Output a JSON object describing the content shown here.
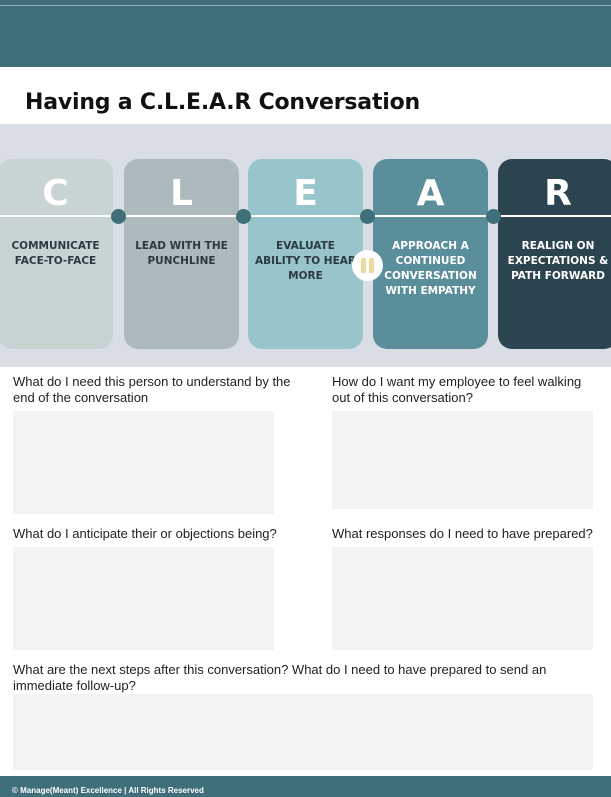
{
  "title": "Having a C.L.E.A.R Conversation",
  "steps": [
    {
      "letter": "C",
      "text": "COMMUNICATE FACE-TO-FACE"
    },
    {
      "letter": "L",
      "text": "LEAD WITH THE PUNCHLINE"
    },
    {
      "letter": "E",
      "text": "EVALUATE ABILITY TO HEAR MORE"
    },
    {
      "letter": "A",
      "text": "APPROACH A CONTINUED CONVERSATION WITH EMPATHY"
    },
    {
      "letter": "R",
      "text": "REALIGN ON EXPECTATIONS & PATH FORWARD"
    }
  ],
  "questions": [
    "What do I need this person to understand by the end of the conversation",
    "How do I want my employee to feel walking out of this conversation?",
    "What do I anticipate their or objections being?",
    "What responses do I need to have prepared?",
    "What are the next steps after this conversation? What do I need to have prepared to send an immediate follow-up?"
  ],
  "footer": "©  Manage(Meant) Excellence | All Rights Reserved",
  "colors": {
    "header": "#3f6f78",
    "step_c": "#c8d3d4",
    "step_l": "#adbabd",
    "step_e": "#98c4cc",
    "step_a": "#5b8e9b",
    "step_r": "#2c4450",
    "pause": "#ecd9a0"
  }
}
